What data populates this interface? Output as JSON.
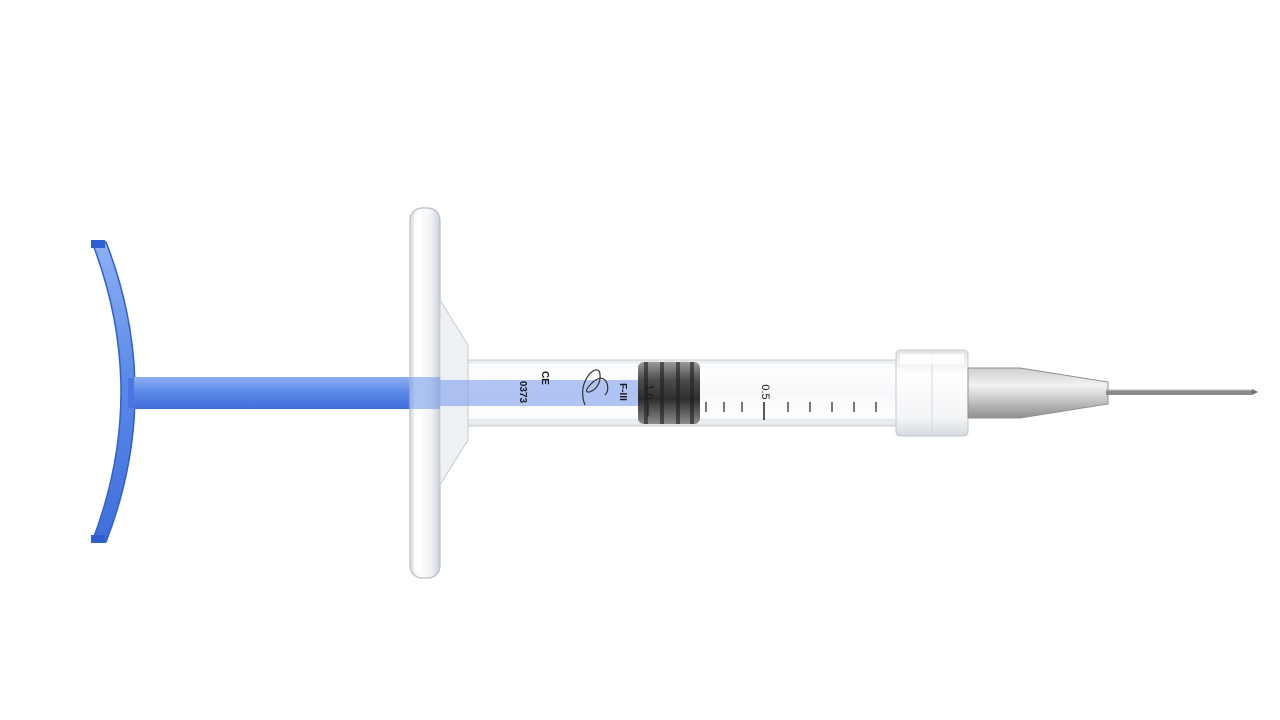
{
  "syringe": {
    "scale_labels": {
      "half": "0.5",
      "one": "1.0"
    },
    "barrel_print": {
      "ce_mark": "CE",
      "notified_body": "0373",
      "brand_mark": "F-III"
    },
    "colors": {
      "plunger": "#5b8ae8",
      "plunger_dark": "#2f5fd0",
      "stopper": "#3a3a3a",
      "needle": "#7f7f7f",
      "barrel_glass": "#f4f6f8"
    }
  }
}
